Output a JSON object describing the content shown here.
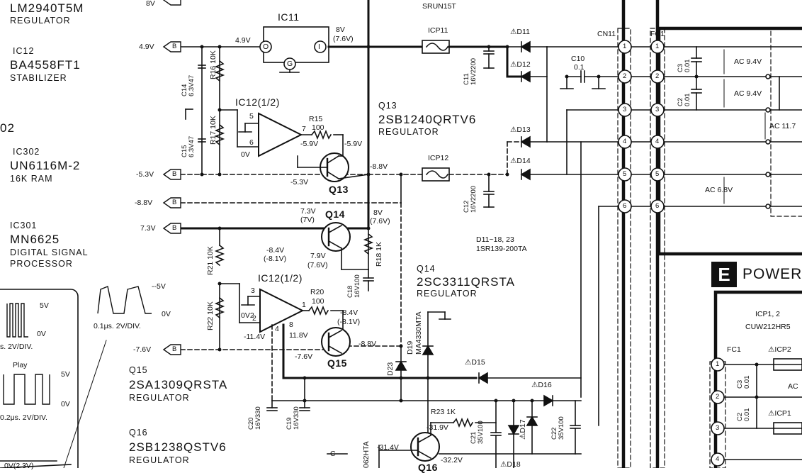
{
  "left_components": {
    "ic11_reg": {
      "part": "LM2940T5M",
      "role": "REGULATOR"
    },
    "ic12": {
      "ref": "IC12",
      "part": "BA4558FT1",
      "role": "STABILIZER"
    },
    "ic_02": {
      "ref": "02"
    },
    "ic302": {
      "ref": "IC302",
      "part": "UN6116M-2",
      "role": "16K RAM"
    },
    "ic301": {
      "ref": "IC301",
      "part": "MN6625",
      "role_line1": "DIGITAL SIGNAL",
      "role_line2": "PROCESSOR"
    },
    "q15": {
      "ref": "Q15",
      "part": "2SA1309QRSTA",
      "role": "REGULATOR"
    },
    "q16": {
      "ref": "Q16",
      "part": "2SB1238QSTV6",
      "role": "REGULATOR"
    }
  },
  "waveforms": {
    "scope1": {
      "volts": "5V",
      "zero": "0V",
      "scale": "s. 2V/DIV."
    },
    "scope_play": {
      "label": "Play",
      "volts": "5V",
      "zero": "0V",
      "scale": "0.2μs. 2V/DIV."
    },
    "scope3": {
      "volts": "--5V",
      "zero": "0V",
      "scale": "0.1μs. 2V/DIV."
    },
    "bottom_fragment": "0V(2.3V)"
  },
  "rails": {
    "r8v": "8V",
    "r49": "4.9V",
    "rm53": "-5.3V",
    "rm88": "-8.8V",
    "r73": "7.3V",
    "rm76": "-7.6V",
    "b": "B"
  },
  "ic11": {
    "name": "IC11",
    "pin_o": "O",
    "pin_i": "I",
    "pin_g": "G",
    "in_v": "4.9V",
    "out_v": "8V",
    "out_v2": "(7.6V)"
  },
  "ic12a": {
    "name": "IC12(1/2)",
    "pin5": "5",
    "pin6": "6",
    "pin7": "7",
    "v_0v": "0V",
    "v_out": "-5.9V",
    "v_emit": "-5.9V"
  },
  "ic12b": {
    "name": "IC12(1/2)",
    "pin3": "3",
    "pin2": "2",
    "pin1": "1",
    "pin8": "8",
    "pin4": "4",
    "v_0v2": "0V2",
    "v_m114": "-11.4V",
    "v_118": "11.8V",
    "v_m76": "-7.6V"
  },
  "resistors": {
    "r16": "R16  10K",
    "r17": "R17  10K",
    "r15a": "R15",
    "r15b": "100",
    "r18": "R18  1K",
    "r20a": "R20",
    "r20b": "100",
    "r21": "R21  10K",
    "r22": "R22  10K",
    "r23": "R23  1K"
  },
  "capacitors": {
    "c14": "C14\n6.3V47",
    "c15": "C15\n6.3V47",
    "c11": "C11\n16V2200",
    "c12": "C12\n16V2200",
    "c10a": "C10",
    "c10b": "0.1",
    "c18": "C18\n16V100",
    "c19": "C19\n16V330",
    "c20": "C20\n16V330",
    "c21": "C21\n35V100",
    "c22": "C22\n35V100",
    "c3": "C3\n0.01",
    "c2": "C2\n0.01",
    "c3b": "C3\n0.01",
    "c2b": "C2\n0.01"
  },
  "transistors": {
    "q13_lbl": "Q13",
    "q13_ref": "Q13",
    "q13_part": "2SB1240QRTV6",
    "q13_role": "REGULATOR",
    "q14_lbl": "Q14",
    "q14_ref": "Q14",
    "q14_part": "2SC3311QRSTA",
    "q14_role": "REGULATOR",
    "q15_lbl": "Q15",
    "q16_lbl": "Q16"
  },
  "voltages": {
    "v_m53": "-5.3V",
    "v_m88": "-8.8V",
    "v_73": "7.3V",
    "v_7v": "(7V)",
    "v_8v": "8V",
    "v_76v": "(7.6V)",
    "v_m84": "-8.4V",
    "v_m81": "(-8.1V)",
    "v_79": "7.9V",
    "v_76b": "(7.6V)",
    "v_m84b": "-8.4V",
    "v_m81b": "(-8.1V)",
    "v_m88b": "-8.8V",
    "v_m319": "-31.9V",
    "v_m314": "-31.4V",
    "v_m322": "-32.2V",
    "v_m76": "-7.6V"
  },
  "fuses": {
    "icp11": "ICP11",
    "icp12": "ICP12",
    "srun": "SRUN15T"
  },
  "diodes": {
    "d11": "D11",
    "d12": "D12",
    "d13": "D13",
    "d14": "D14",
    "d15": "D15",
    "d16": "D16",
    "d17": "D17",
    "d18": "D18",
    "d19": "D19",
    "d19_part": "MA4330MTA",
    "d23": "D23",
    "note1": "D11~18, 23",
    "note2": "1SR139-200TA",
    "hta": "062HTA"
  },
  "connectors": {
    "cn11": "CN11",
    "fc1": "FC1",
    "fc1b": "FC1",
    "pins": [
      "1",
      "2",
      "3",
      "4",
      "5",
      "6"
    ],
    "lower_pins": [
      "1",
      "2",
      "3",
      "4"
    ]
  },
  "ac": {
    "ac1": "AC 9.4V",
    "ac2": "AC 9.4V",
    "ac3": "AC 11.7",
    "ac4": "AC 6.8V",
    "ac5": "AC"
  },
  "power_section": {
    "badge": "E",
    "title": "POWER",
    "icp": "ICP1, 2",
    "icp_part": "CUW212HR5",
    "icp2": "ICP2",
    "icp1": "ICP1",
    "c_lbl": "C"
  }
}
